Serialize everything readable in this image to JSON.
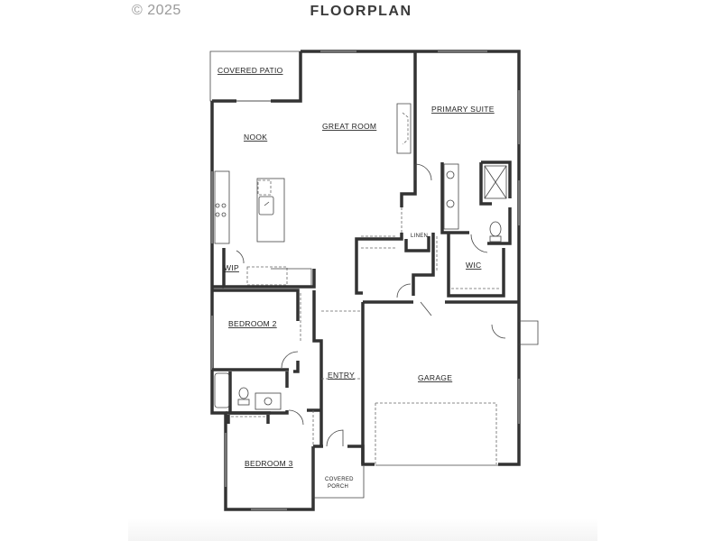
{
  "header": {
    "copyright": "© 2025",
    "title": "FLOORPLAN"
  },
  "rooms": {
    "covered_patio": "COVERED PATIO",
    "nook": "NOOK",
    "great_room": "GREAT ROOM",
    "primary_suite": "PRIMARY SUITE",
    "wip": "WIP",
    "linen": "LINEN",
    "wic": "WIC",
    "bedroom_2": "BEDROOM 2",
    "entry": "ENTRY",
    "garage": "GARAGE",
    "bedroom_3": "BEDROOM 3",
    "covered_porch_line1": "COVERED",
    "covered_porch_line2": "PORCH"
  },
  "colors": {
    "wall": "#333333",
    "background": "#ffffff",
    "title": "#3a3a3a",
    "copyright": "#9a9a9a"
  }
}
